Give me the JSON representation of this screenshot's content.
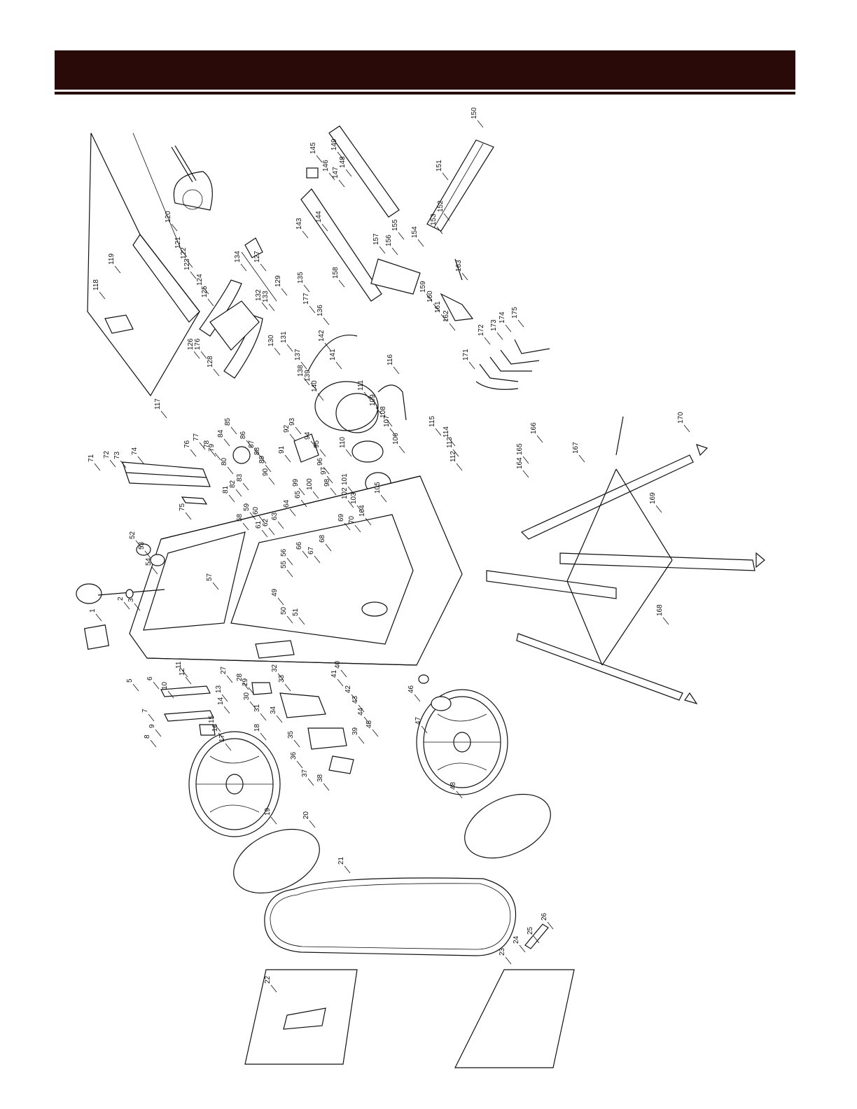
{
  "header": {
    "title": ""
  },
  "diagram": {
    "type": "exploded-parts-diagram",
    "part_numbers": [
      "1",
      "2",
      "3",
      "5",
      "6",
      "7",
      "8",
      "9",
      "10",
      "11",
      "12",
      "13",
      "14",
      "15",
      "16",
      "17",
      "18",
      "19",
      "20",
      "21",
      "22",
      "23",
      "24",
      "25",
      "26",
      "27",
      "28",
      "29",
      "30",
      "31",
      "32",
      "33",
      "34",
      "35",
      "36",
      "37",
      "38",
      "39",
      "40",
      "41",
      "42",
      "43",
      "44",
      "45",
      "46",
      "47",
      "48",
      "49",
      "50",
      "51",
      "52",
      "53",
      "54",
      "55",
      "56",
      "57",
      "58",
      "59",
      "60",
      "61",
      "62",
      "63",
      "64",
      "65",
      "66",
      "67",
      "68",
      "69",
      "70",
      "71",
      "72",
      "73",
      "74",
      "75",
      "76",
      "77",
      "78",
      "79",
      "80",
      "81",
      "82",
      "83",
      "84",
      "85",
      "86",
      "87",
      "88",
      "89",
      "90",
      "91",
      "92",
      "93",
      "94",
      "95",
      "96",
      "97",
      "98",
      "99",
      "100",
      "101",
      "102",
      "103",
      "104",
      "105",
      "106",
      "107",
      "108",
      "109",
      "110",
      "111",
      "112",
      "113",
      "114",
      "115",
      "116",
      "117",
      "118",
      "119",
      "120",
      "121",
      "122",
      "123",
      "124",
      "125",
      "126",
      "127",
      "128",
      "129",
      "130",
      "131",
      "132",
      "133",
      "134",
      "135",
      "136",
      "137",
      "138",
      "139",
      "140",
      "141",
      "142",
      "143",
      "144",
      "145",
      "146",
      "147",
      "148",
      "149",
      "150",
      "151",
      "152",
      "153",
      "154",
      "155",
      "156",
      "157",
      "158",
      "159",
      "160",
      "161",
      "162",
      "163",
      "164",
      "165",
      "166",
      "167",
      "168",
      "169",
      "170",
      "171",
      "172",
      "173",
      "174",
      "175",
      "176",
      "177"
    ]
  }
}
